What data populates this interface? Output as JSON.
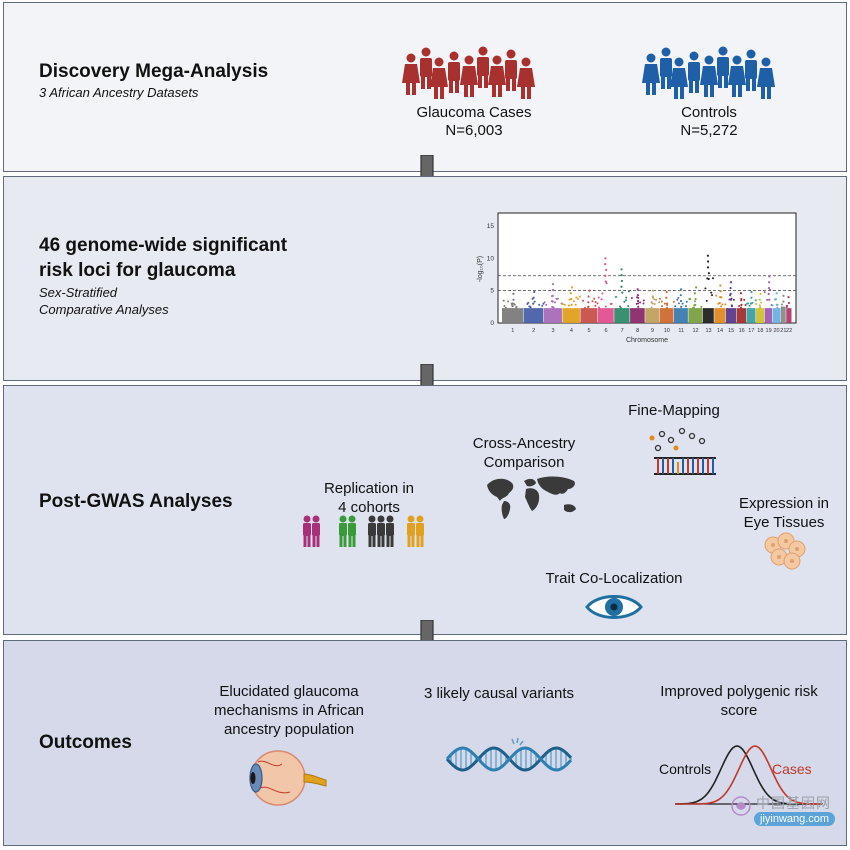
{
  "panel1": {
    "title": "Discovery Mega-Analysis",
    "subtitle": "3 African Ancestry Datasets",
    "cases_label": "Glaucoma Cases",
    "cases_n": "N=6,003",
    "controls_label": "Controls",
    "controls_n": "N=5,272",
    "colors": {
      "cases": "#a8302e",
      "controls": "#1f5fa8"
    }
  },
  "panel2": {
    "title_line1": "46 genome-wide significant",
    "title_line2": "risk loci for glaucoma",
    "subtitle_line1": "Sex-Stratified",
    "subtitle_line2": "Comparative Analyses",
    "plot": {
      "type": "scatter",
      "ylabel": "-log₁₀(P)",
      "xlabel": "Chromosome",
      "yticks": [
        "0",
        "5",
        "10",
        "15"
      ],
      "ylim": [
        0,
        17
      ],
      "threshold_lines": [
        7.3,
        5
      ],
      "chromosomes": [
        "1",
        "2",
        "3",
        "4",
        "5",
        "6",
        "7",
        "8",
        "9",
        "10",
        "11",
        "12",
        "13",
        "14",
        "15",
        "16",
        "17",
        "18",
        "19",
        "20",
        "21",
        "22"
      ],
      "peaks": [
        4.5,
        4.8,
        6.0,
        5.5,
        5.0,
        10.0,
        8.3,
        5.2,
        5.0,
        4.8,
        5.2,
        5.5,
        10.4,
        5.8,
        6.3,
        4.6,
        4.8,
        4.5,
        7.2,
        4.6,
        4.2,
        4.0
      ],
      "colors": [
        "#7b7b7b",
        "#4a5fa8",
        "#a86bb8",
        "#e0a020",
        "#c8504a",
        "#e05090",
        "#2e8a6a",
        "#8a2a6a",
        "#c0a060",
        "#d06a30",
        "#3a7ab0",
        "#7aa040",
        "#222222",
        "#e08a20",
        "#5a3a8a",
        "#a0302e",
        "#3aa0a0",
        "#d0c030",
        "#a05ab0",
        "#6ab0e0",
        "#8a8a8a",
        "#b03a6a"
      ]
    }
  },
  "panel3": {
    "title": "Post-GWAS Analyses",
    "replication": "Replication in\n4 cohorts",
    "cross_ancestry": "Cross-Ancestry\nComparison",
    "fine_mapping": "Fine-Mapping",
    "expression": "Expression in\nEye Tissues",
    "colocalization": "Trait Co-Localization"
  },
  "panel4": {
    "title": "Outcomes",
    "mechanisms": "Elucidated glaucoma\nmechanisms in African\nancestry population",
    "variants": "3 likely causal variants",
    "prs": "Improved polygenic risk\nscore",
    "controls_label": "Controls",
    "cases_label": "Cases",
    "colors": {
      "controls": "#222222",
      "cases": "#c0392b"
    }
  },
  "watermark": {
    "text_cn": "中国基因网",
    "text_url": "jiyinwang.com"
  }
}
